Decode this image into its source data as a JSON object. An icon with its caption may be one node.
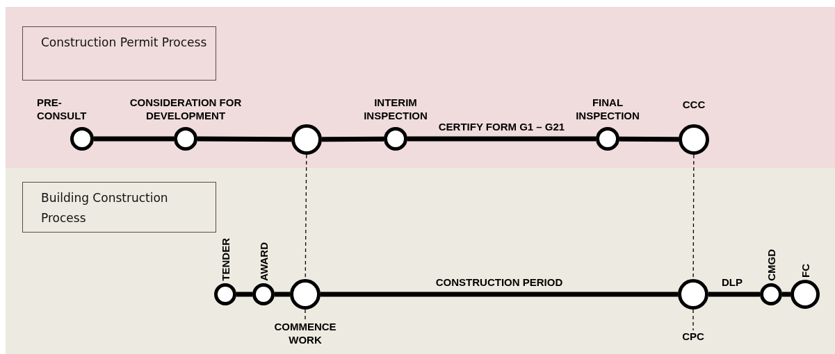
{
  "diagram": {
    "nodes": [
      {
        "text": [
          "Construction Permit Process"
        ]
      },
      {
        "text": [
          "PRE- CONSULT"
        ]
      },
      {
        "text": [
          "CONSIDERATION FOR DEVELOPMENT"
        ]
      },
      {
        "text": [],
        "shape": "circle"
      },
      {
        "text": [
          "INTERIM INSPECTION"
        ]
      },
      {
        "text": [
          "FINAL INSPECTION"
        ]
      },
      {
        "text": [
          "CCC"
        ]
      },
      {
        "text": [
          "Building Construction Process"
        ]
      },
      {
        "text": [
          "TENDER"
        ]
      },
      {
        "text": [
          "AWARD"
        ]
      },
      {
        "text": [
          "COMMENCE WORK"
        ]
      },
      {
        "text": [
          "CPC"
        ]
      },
      {
        "text": [
          "CMGD"
        ]
      },
      {
        "text": [
          "FC"
        ]
      }
    ],
    "edges": [
      {
        "from": 1,
        "to": 2,
        "arrow": "none"
      },
      {
        "from": 2,
        "to": 3,
        "arrow": "none"
      },
      {
        "from": 3,
        "to": 4,
        "arrow": "none"
      },
      {
        "from": 4,
        "to": 5,
        "arrow": "none",
        "label": "CERTIFY FORM G1 – G21"
      },
      {
        "from": 5,
        "to": 6,
        "arrow": "none"
      },
      {
        "from": 8,
        "to": 9,
        "arrow": "none"
      },
      {
        "from": 9,
        "to": 10,
        "arrow": "none"
      },
      {
        "from": 10,
        "to": 11,
        "arrow": "none",
        "label": "CONSTRUCTION PERIOD"
      },
      {
        "from": 11,
        "to": 12,
        "arrow": "none",
        "label": "DLP"
      },
      {
        "from": 12,
        "to": 13,
        "arrow": "none"
      },
      {
        "from": 3,
        "to": 10,
        "arrow": "none",
        "style": "dashed"
      },
      {
        "from": 6,
        "to": 11,
        "arrow": "none",
        "style": "dashed"
      }
    ]
  }
}
